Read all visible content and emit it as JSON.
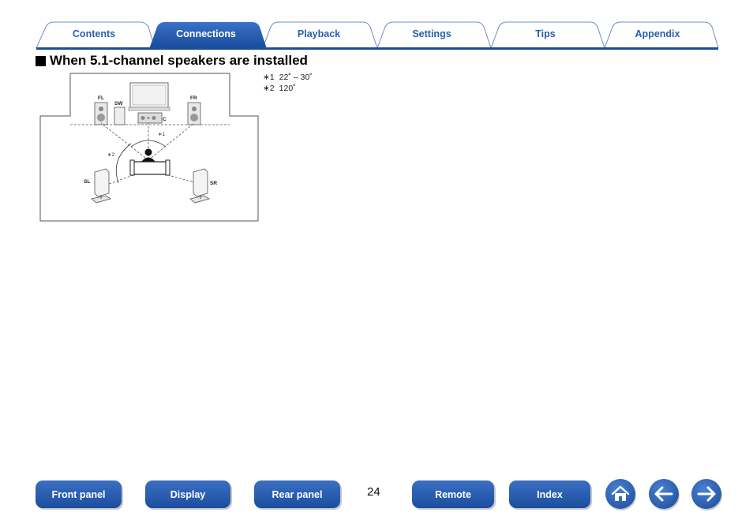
{
  "tabs": [
    {
      "label": "Contents",
      "active": false
    },
    {
      "label": "Connections",
      "active": true
    },
    {
      "label": "Playback",
      "active": false
    },
    {
      "label": "Settings",
      "active": false
    },
    {
      "label": "Tips",
      "active": false
    },
    {
      "label": "Appendix",
      "active": false
    }
  ],
  "heading": "When 5.1-channel speakers are installed",
  "notes": [
    {
      "mark": "∗1",
      "text": "22˚ – 30˚"
    },
    {
      "mark": "∗2",
      "text": "120˚"
    }
  ],
  "diagram": {
    "fl": "FL",
    "sw": "SW",
    "fr": "FR",
    "c": "C",
    "sl": "SL",
    "sr": "SR",
    "note1": "∗1",
    "note2": "∗2"
  },
  "footer": {
    "front_panel": "Front panel",
    "display": "Display",
    "rear_panel": "Rear panel",
    "page_number": "24",
    "remote": "Remote",
    "index": "Index"
  },
  "colors": {
    "accent": "#1c4e9e",
    "tab_text": "#2a5fa8"
  },
  "icons": [
    "home-icon",
    "arrow-left-icon",
    "arrow-right-icon"
  ]
}
